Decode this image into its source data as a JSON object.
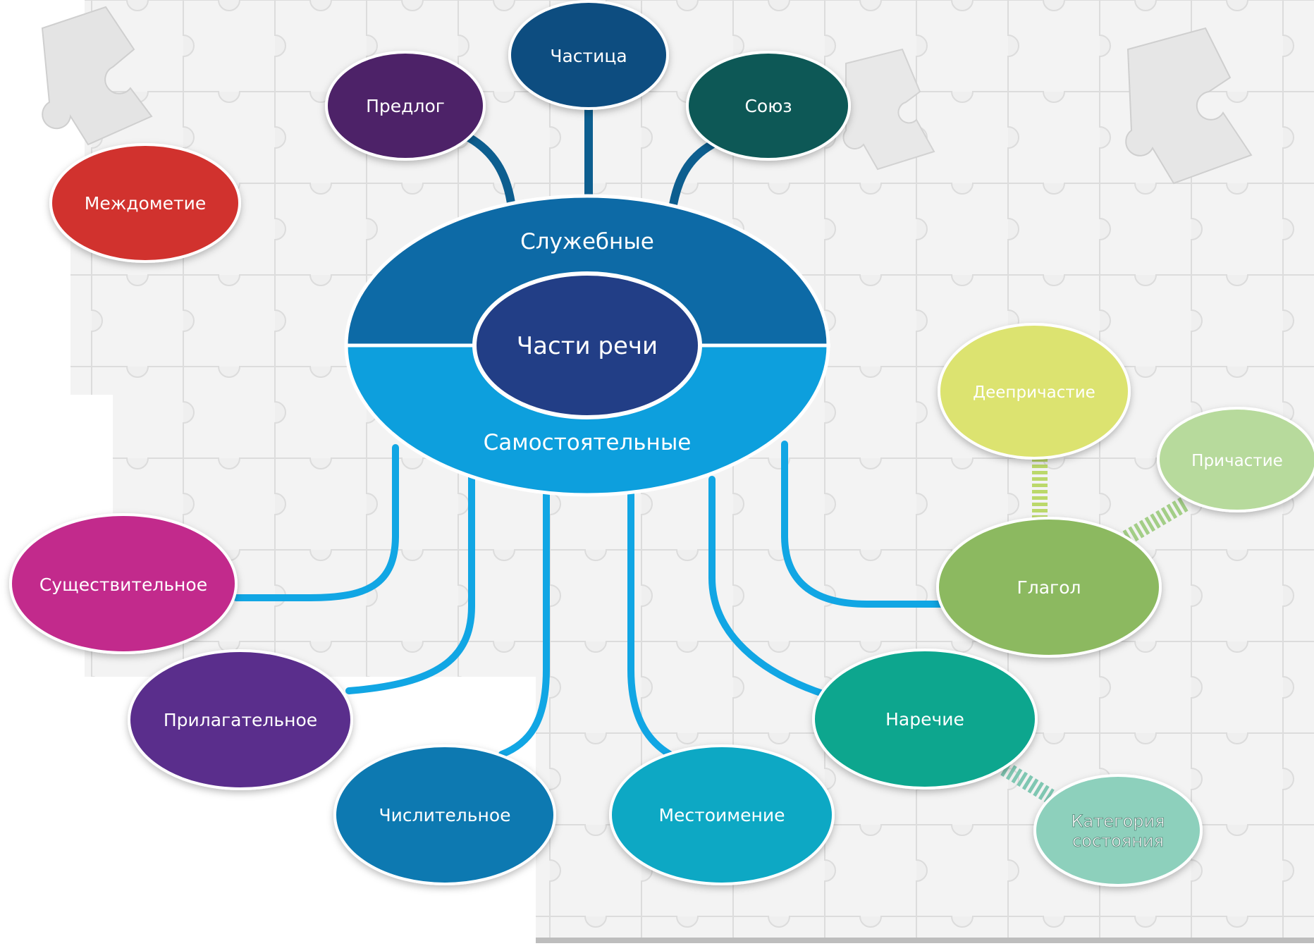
{
  "center": {
    "label": "Части речи"
  },
  "groups": {
    "service": "Служебные",
    "independent": "Самостоятельные"
  },
  "nodes": {
    "chastitsa": "Частица",
    "predlog": "Предлог",
    "soyuz": "Союз",
    "mezhdometie": "Междометие",
    "sushchestvitelnoe": "Существительное",
    "prilagatelnoe": "Прилагательное",
    "chislitelnoe": "Числительное",
    "mestoimenie": "Местоимение",
    "narechie": "Наречие",
    "glagol": "Глагол",
    "deeprichastie": "Деепричастие",
    "prichastie": "Причастие",
    "kategoriya_line1": "Категория",
    "kategoriya_line2": "состояния"
  },
  "colors": {
    "service_half": "#0C6AA6",
    "independent_half": "#079FDD",
    "center_fill": "#223E86",
    "connector_service": "#0D5E8F",
    "connector_independent": "#11A6E4",
    "chastitsa": "#0F4D80",
    "predlog": "#4E2468",
    "soyuz": "#0A5956",
    "mezhdometie": "#D1302F",
    "sushchestvitelnoe": "#C22A8C",
    "prilagatelnoe": "#5A2F8C",
    "chislitelnoe": "#0C79B1",
    "mestoimenie": "#0AA8C4",
    "narechie": "#07A68E",
    "glagol": "#8CB961",
    "deeprichastie": "#DCE36F",
    "prichastie": "#B7DA9C",
    "kategoriya": "#8DD0BC"
  }
}
